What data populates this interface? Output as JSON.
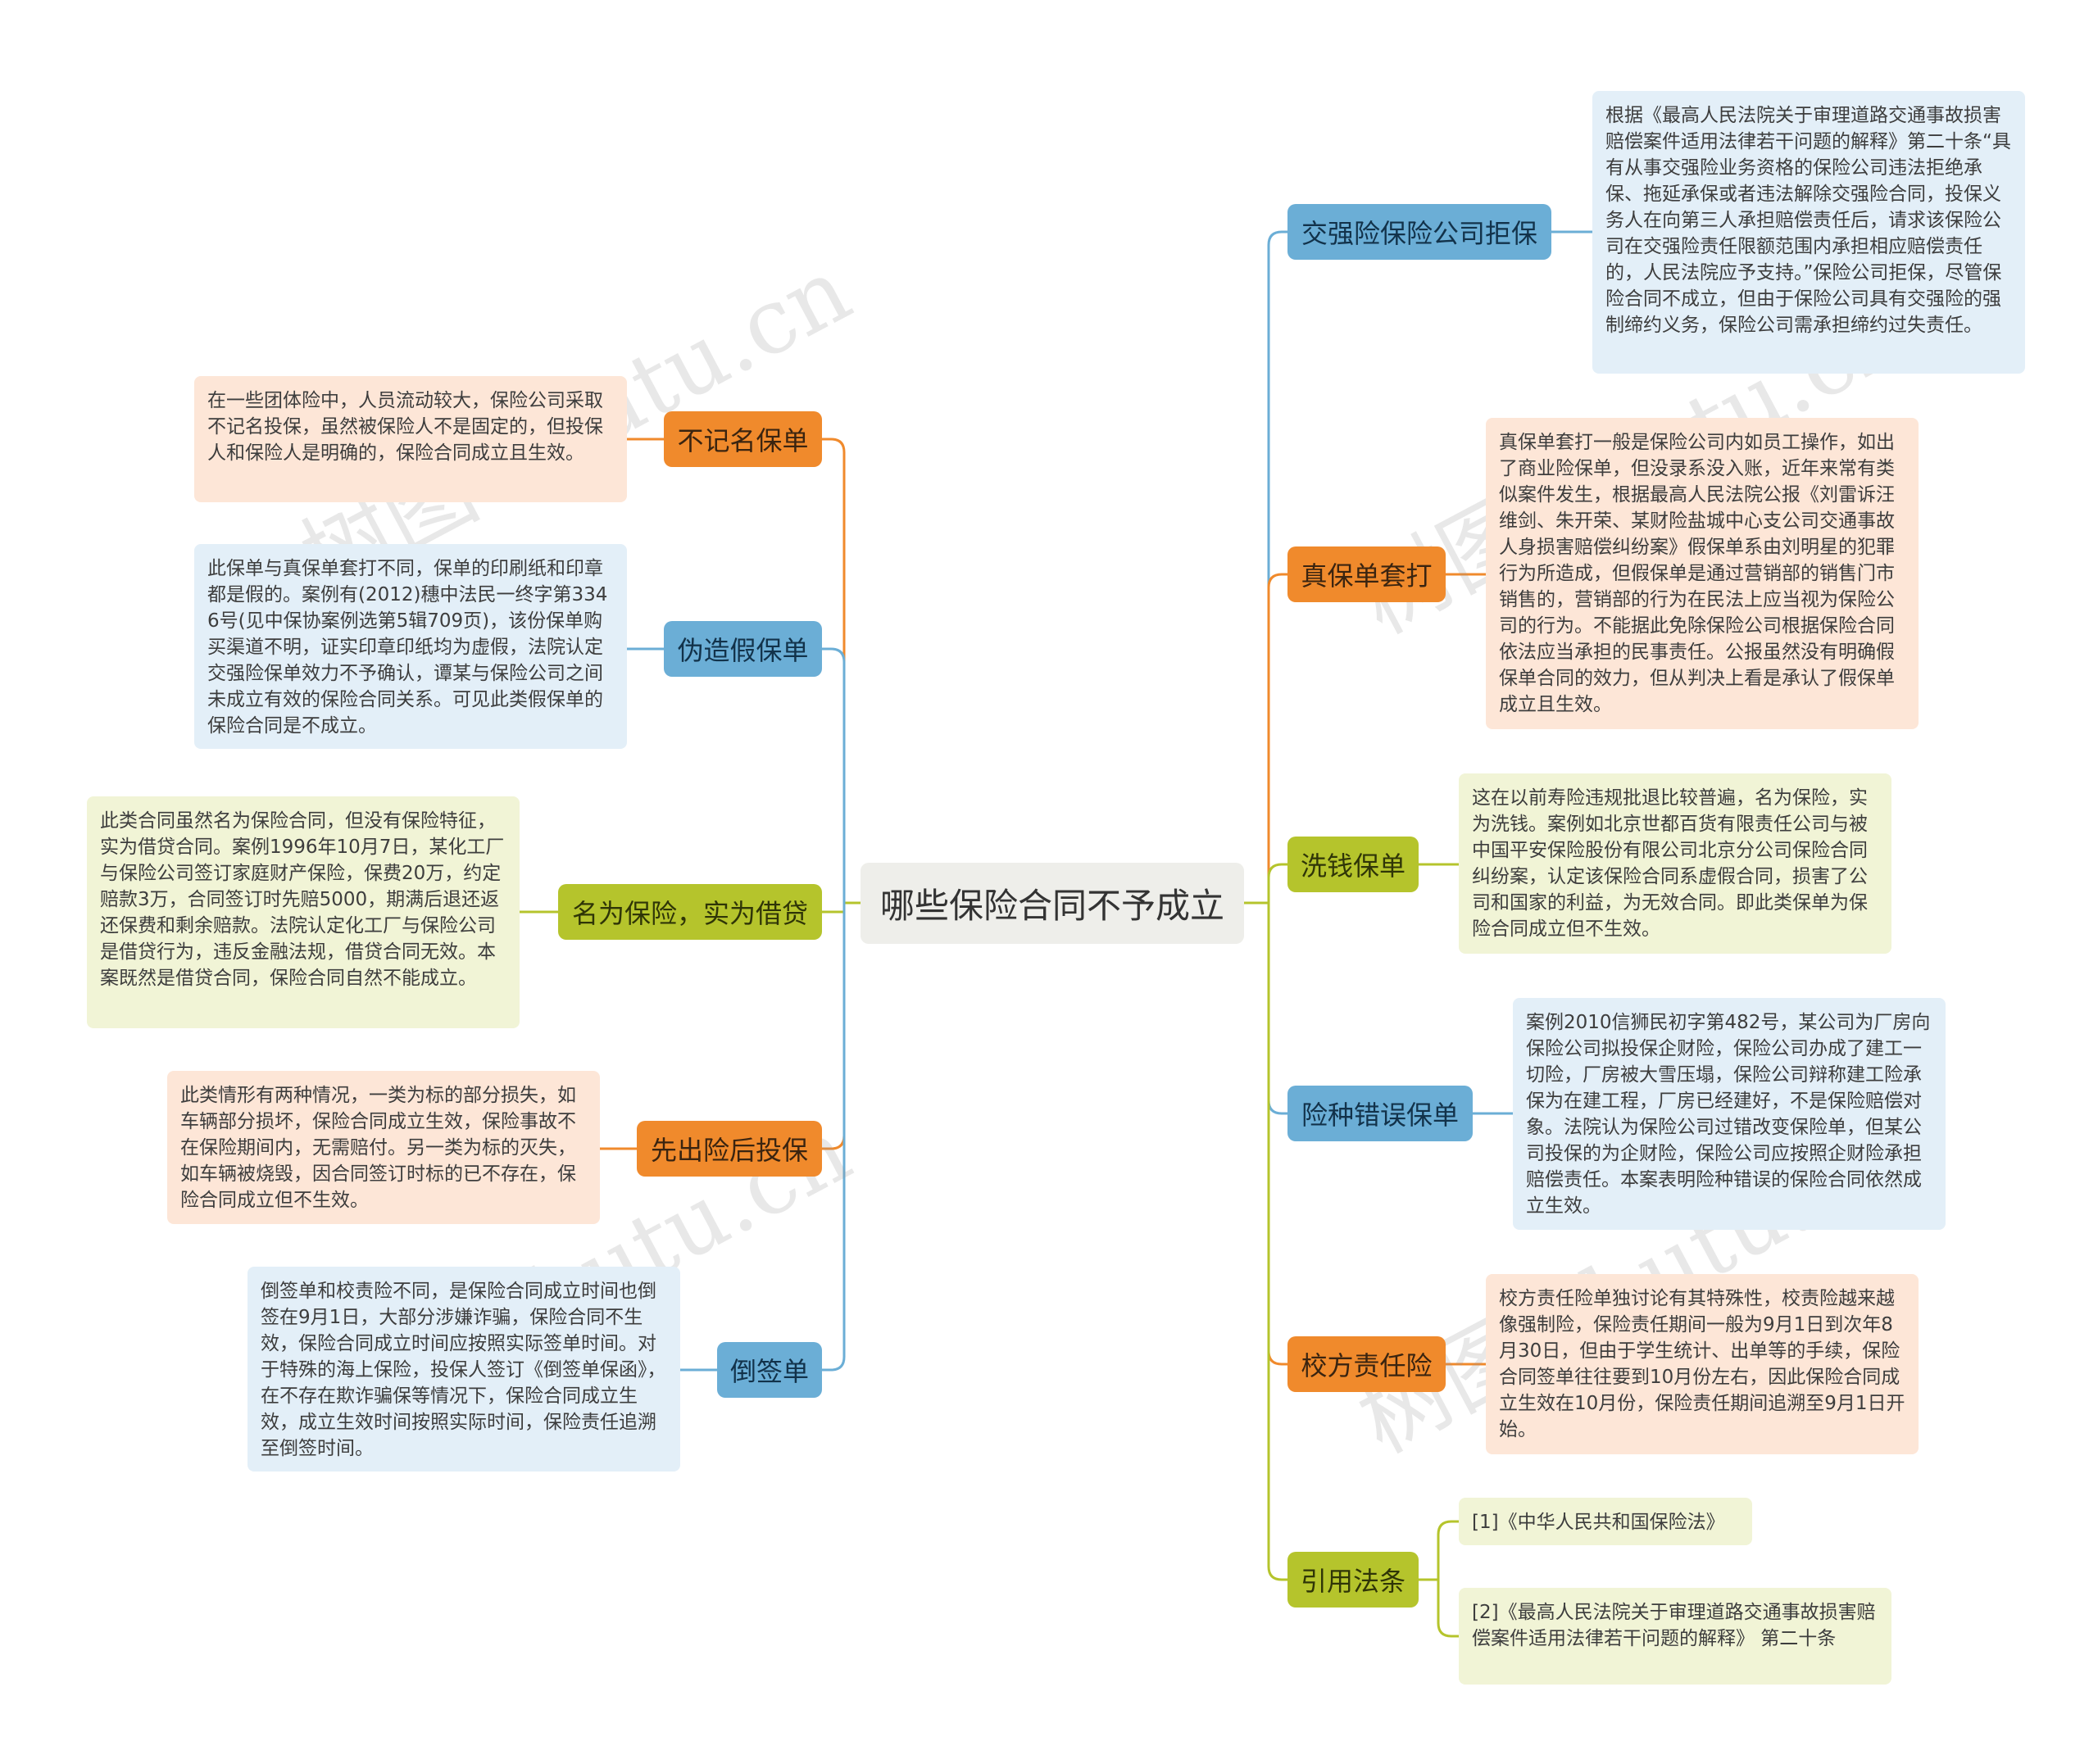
{
  "root": {
    "label": "哪些保险合同不予成立"
  },
  "left": [
    {
      "label": "不记名保单",
      "note": "在一些团体险中，人员流动较大，保险公司采取不记名投保，虽然被保险人不是固定的，但投保人和保险人是明确的，保险合同成立且生效。"
    },
    {
      "label": "伪造假保单",
      "note": "此保单与真保单套打不同，保单的印刷纸和印章都是假的。案例有(2012)穗中法民一终字第3346号(见中保协案例选第5辑709页)，该份保单购买渠道不明，证实印章印纸均为虚假，法院认定交强险保单效力不予确认，谭某与保险公司之间未成立有效的保险合同关系。可见此类假保单的保险合同是不成立。"
    },
    {
      "label": "名为保险，实为借贷",
      "note": "此类合同虽然名为保险合同，但没有保险特征，实为借贷合同。案例1996年10月7日，某化工厂与保险公司签订家庭财产保险，保费20万，约定赔款3万，合同签订时先赔5000，期满后退还返还保费和剩余赔款。法院认定化工厂与保险公司是借贷行为，违反金融法规，借贷合同无效。本案既然是借贷合同，保险合同自然不能成立。"
    },
    {
      "label": "先出险后投保",
      "note": "此类情形有两种情况，一类为标的部分损失，如车辆部分损坏，保险合同成立生效，保险事故不在保险期间内，无需赔付。另一类为标的灭失，如车辆被烧毁，因合同签订时标的已不存在，保险合同成立但不生效。"
    },
    {
      "label": "倒签单",
      "note": "倒签单和校责险不同，是保险合同成立时间也倒签在9月1日，大部分涉嫌诈骗，保险合同不生效，保险合同成立时间应按照实际签单时间。对于特殊的海上保险，投保人签订《倒签单保函》，在不存在欺诈骗保等情况下，保险合同成立生效，成立生效时间按照实际时间，保险责任追溯至倒签时间。"
    }
  ],
  "right": [
    {
      "label": "交强险保险公司拒保",
      "note": "根据《最高人民法院关于审理道路交通事故损害赔偿案件适用法律若干问题的解释》第二十条“具有从事交强险业务资格的保险公司违法拒绝承保、拖延承保或者违法解除交强险合同，投保义务人在向第三人承担赔偿责任后，请求该保险公司在交强险责任限额范围内承担相应赔偿责任的，人民法院应予支持。”保险公司拒保，尽管保险合同不成立，但由于保险公司具有交强险的强制缔约义务，保险公司需承担缔约过失责任。"
    },
    {
      "label": "真保单套打",
      "note": "真保单套打一般是保险公司内如员工操作，如出了商业险保单，但没录系没入账，近年来常有类似案件发生，根据最高人民法院公报《刘雷诉汪维剑、朱开荣、某财险盐城中心支公司交通事故人身损害赔偿纠纷案》假保单系由刘明星的犯罪行为所造成，但假保单是通过营销部的销售门市销售的，营销部的行为在民法上应当视为保险公司的行为。不能据此免除保险公司根据保险合同依法应当承担的民事责任。公报虽然没有明确假保单合同的效力，但从判决上看是承认了假保单成立且生效。"
    },
    {
      "label": "洗钱保单",
      "note": "这在以前寿险违规批退比较普遍，名为保险，实为洗钱。案例如北京世都百货有限责任公司与被中国平安保险股份有限公司北京分公司保险合同纠纷案，认定该保险合同系虚假合同，损害了公司和国家的利益，为无效合同。即此类保单为保险合同成立但不生效。"
    },
    {
      "label": "险种错误保单",
      "note": "案例2010信狮民初字第482号，某公司为厂房向保险公司拟投保企财险，保险公司办成了建工一切险，厂房被大雪压塌，保险公司辩称建工险承保为在建工程，厂房已经建好，不是保险赔偿对象。法院认为保险公司过错改变保险单，但某公司投保的为企财险，保险公司应按照企财险承担赔偿责任。本案表明险种错误的保险合同依然成立生效。"
    },
    {
      "label": "校方责任险",
      "note": "校方责任险单独讨论有其特殊性，校责险越来越像强制险，保险责任期间一般为9月1日到次年8月30日，但由于学生统计、出单等的手续，保险合同签单往往要到10月份左右，因此保险合同成立生效在10月份，保险责任期间追溯至9月1日开始。"
    },
    {
      "label": "引用法条",
      "notes": [
        "[1]《中华人民共和国保险法》",
        "[2]《最高人民法院关于审理道路交通事故损害赔偿案件适用法律若干问题的解释》 第二十条"
      ]
    }
  ],
  "watermark": "树图 shutu.cn",
  "colors": {
    "orange": "#f08a2c",
    "blue": "#6baed6",
    "lime": "#b5c42c",
    "root_bg": "#eeeeea"
  }
}
